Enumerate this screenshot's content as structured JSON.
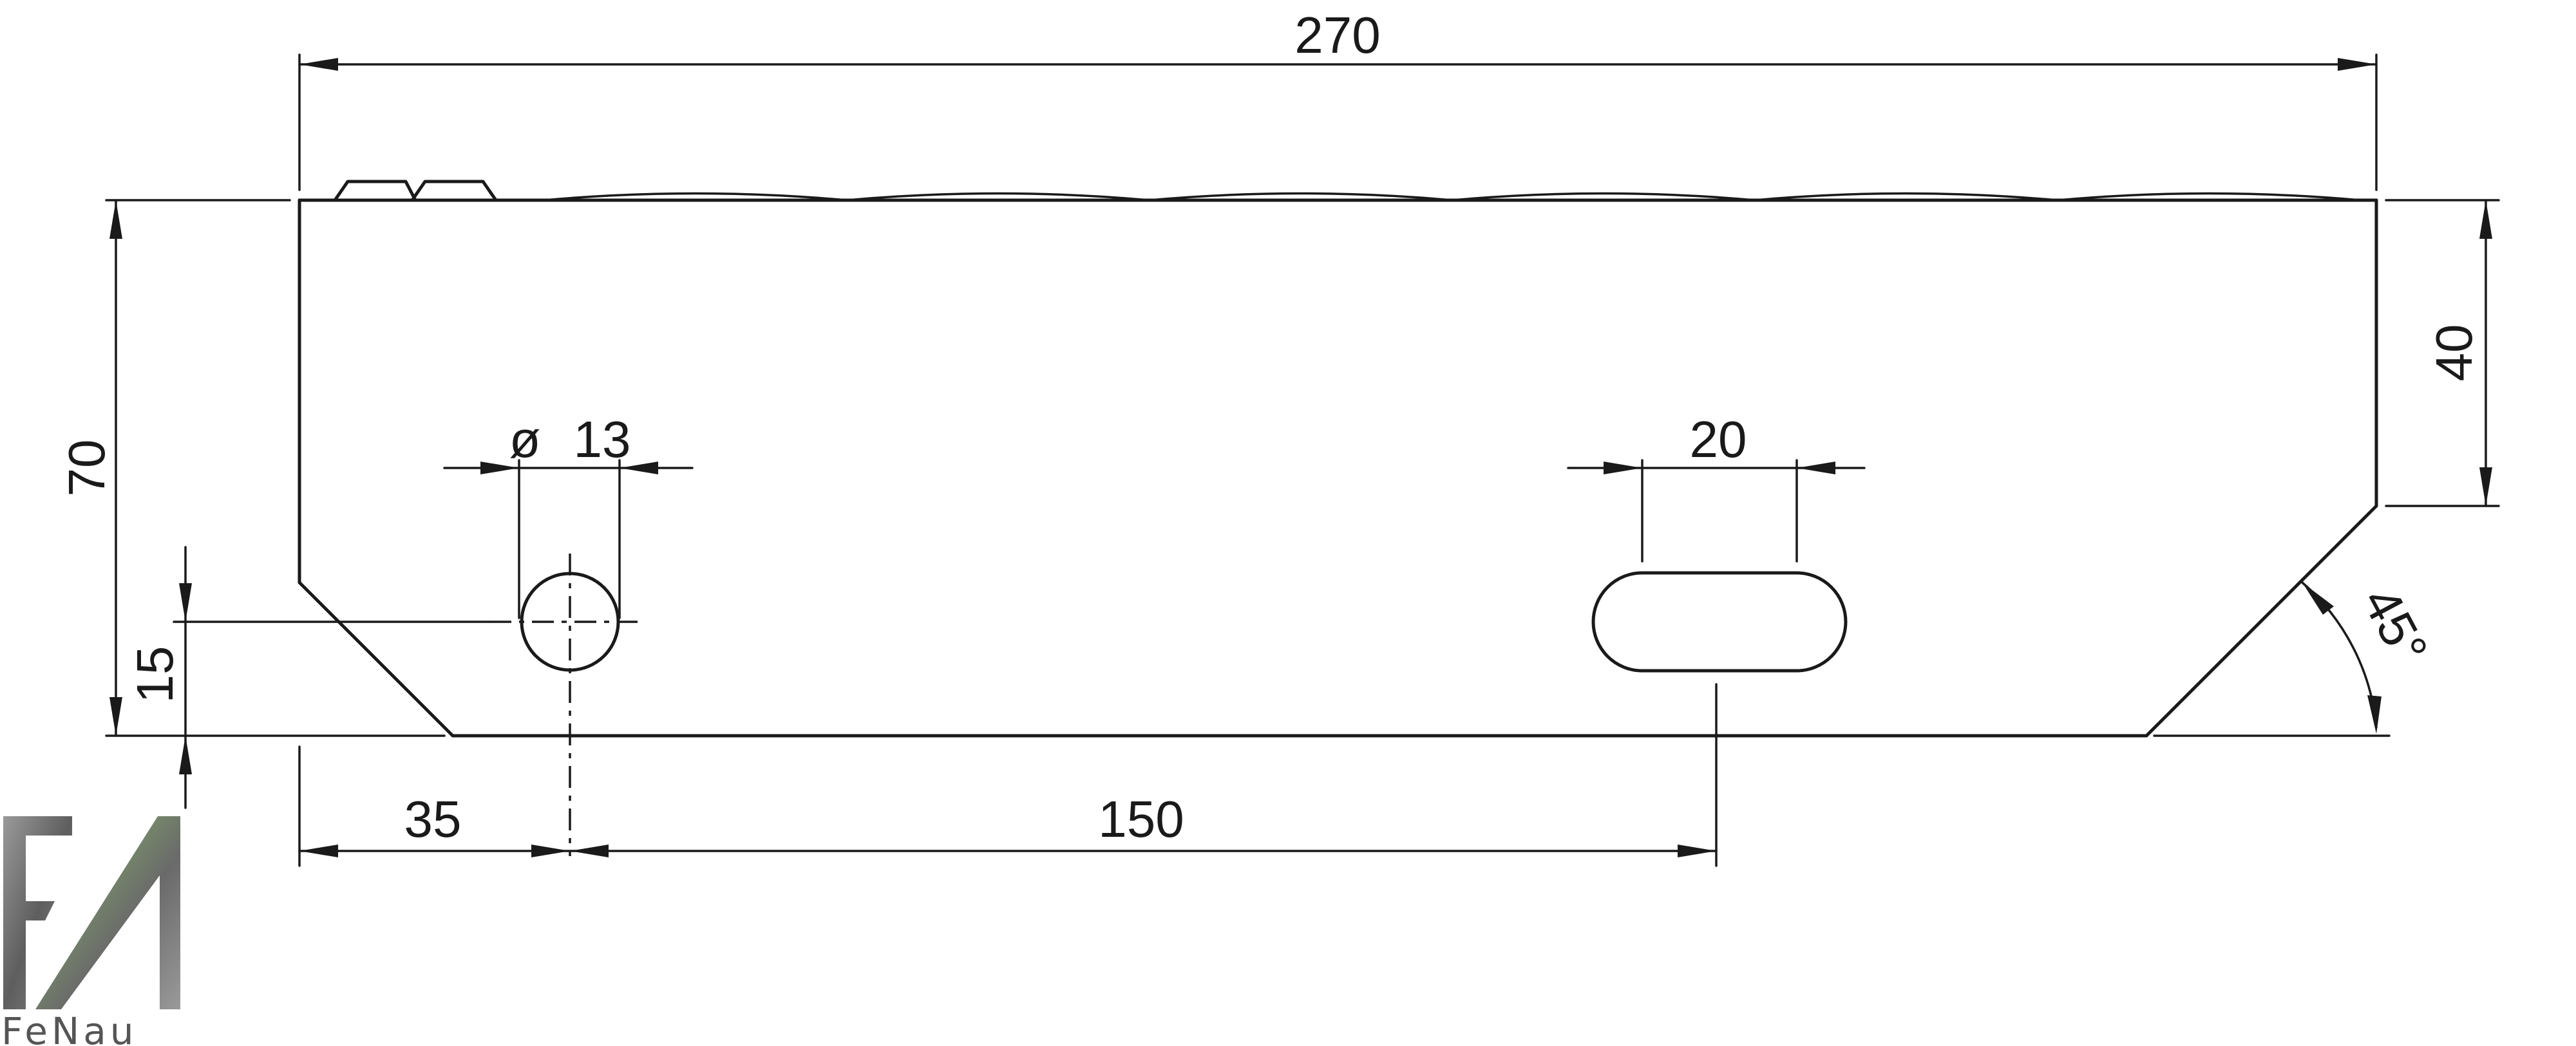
{
  "drawing": {
    "dimensions": {
      "overall_length": "270",
      "overall_height": "70",
      "right_end_height": "40",
      "hole_diameter_symbol": "ø",
      "hole_diameter": "13",
      "slot_width": "20",
      "hole_height": "15",
      "hole_offset": "35",
      "hole_to_slot": "150",
      "chamfer_angle": "45°"
    }
  },
  "logo": {
    "text": "FeNau",
    "colors": {
      "primary": "#6e6e6e",
      "accent": "#7fbf5a"
    }
  },
  "colors": {
    "line": "#1a1a1a",
    "background": "#ffffff"
  }
}
